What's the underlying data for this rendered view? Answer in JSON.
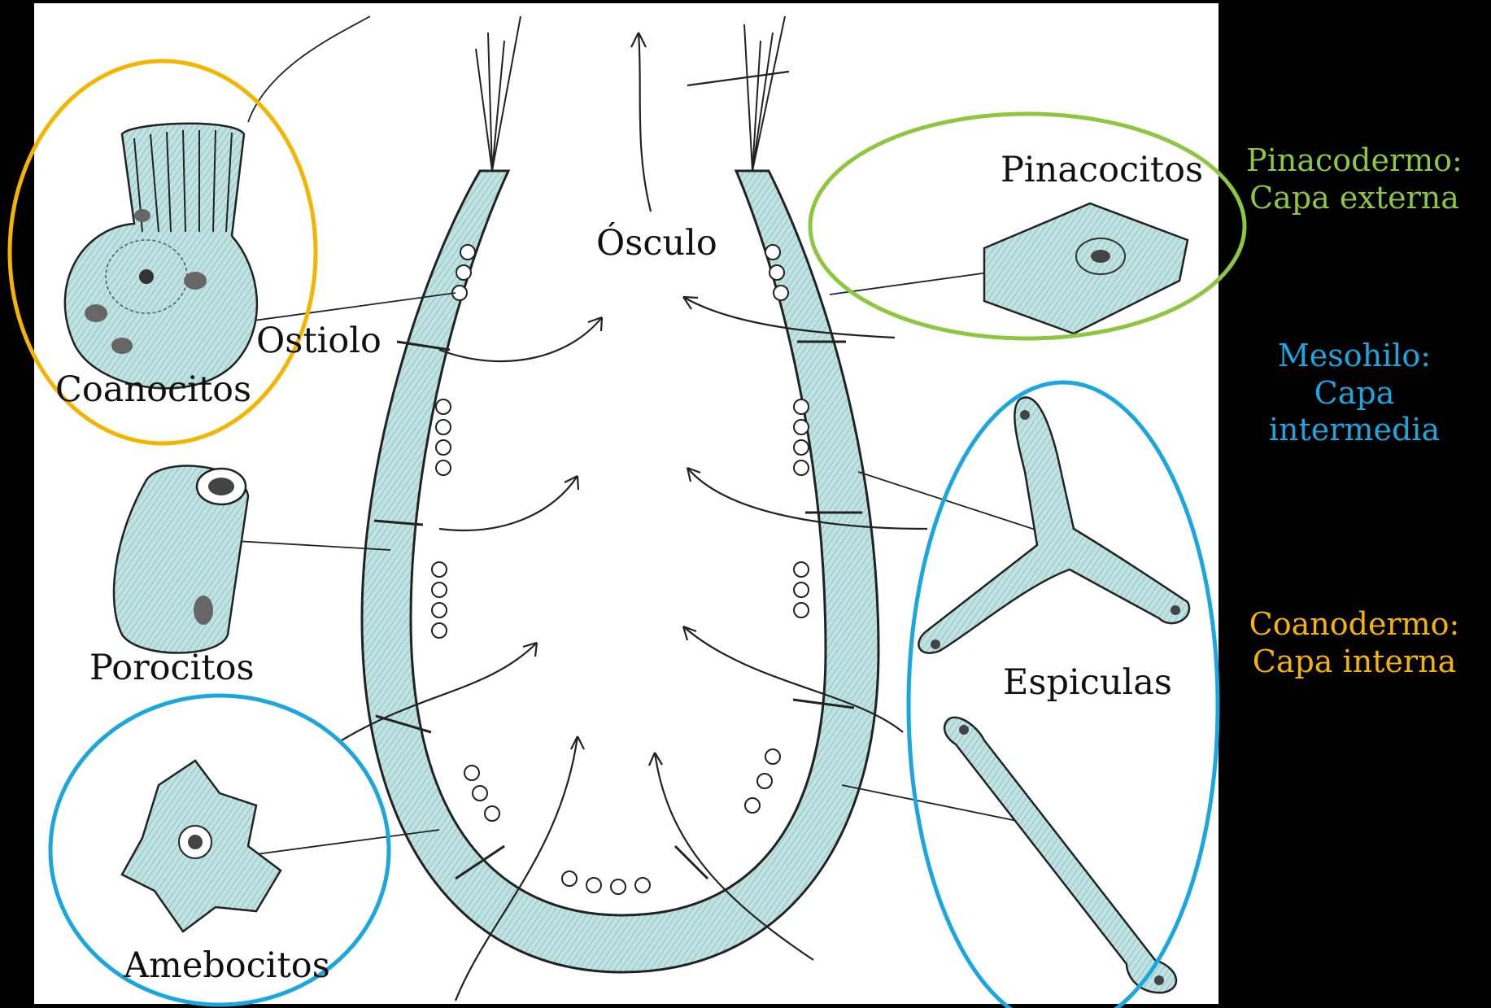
{
  "labels": {
    "osculo": "Ósculo",
    "ostiolo": "Ostiolo",
    "coanocitos": "Coanocitos",
    "porocitos": "Porocitos",
    "amebocitos": "Amebocitos",
    "pinacocitos": "Pinacocitos",
    "espiculas": "Espiculas"
  },
  "legend": {
    "pinacodermo": {
      "line1": "Pinacodermo:",
      "line2": "Capa externa",
      "color": "#8dc63f"
    },
    "mesohilo": {
      "line1": "Mesohilo:",
      "line2": "Capa",
      "line3": "intermedia",
      "color": "#1aa7e0"
    },
    "coanodermo": {
      "line1": "Coanodermo:",
      "line2": "Capa interna",
      "color": "#f5b400"
    }
  },
  "colors": {
    "background": "#000000",
    "panel": "#ffffff",
    "cell_fill": "#bfe3e3",
    "ink": "#222222",
    "circle_orange": "#f5b400",
    "circle_green": "#8dc63f",
    "circle_blue": "#1aa7e0"
  }
}
